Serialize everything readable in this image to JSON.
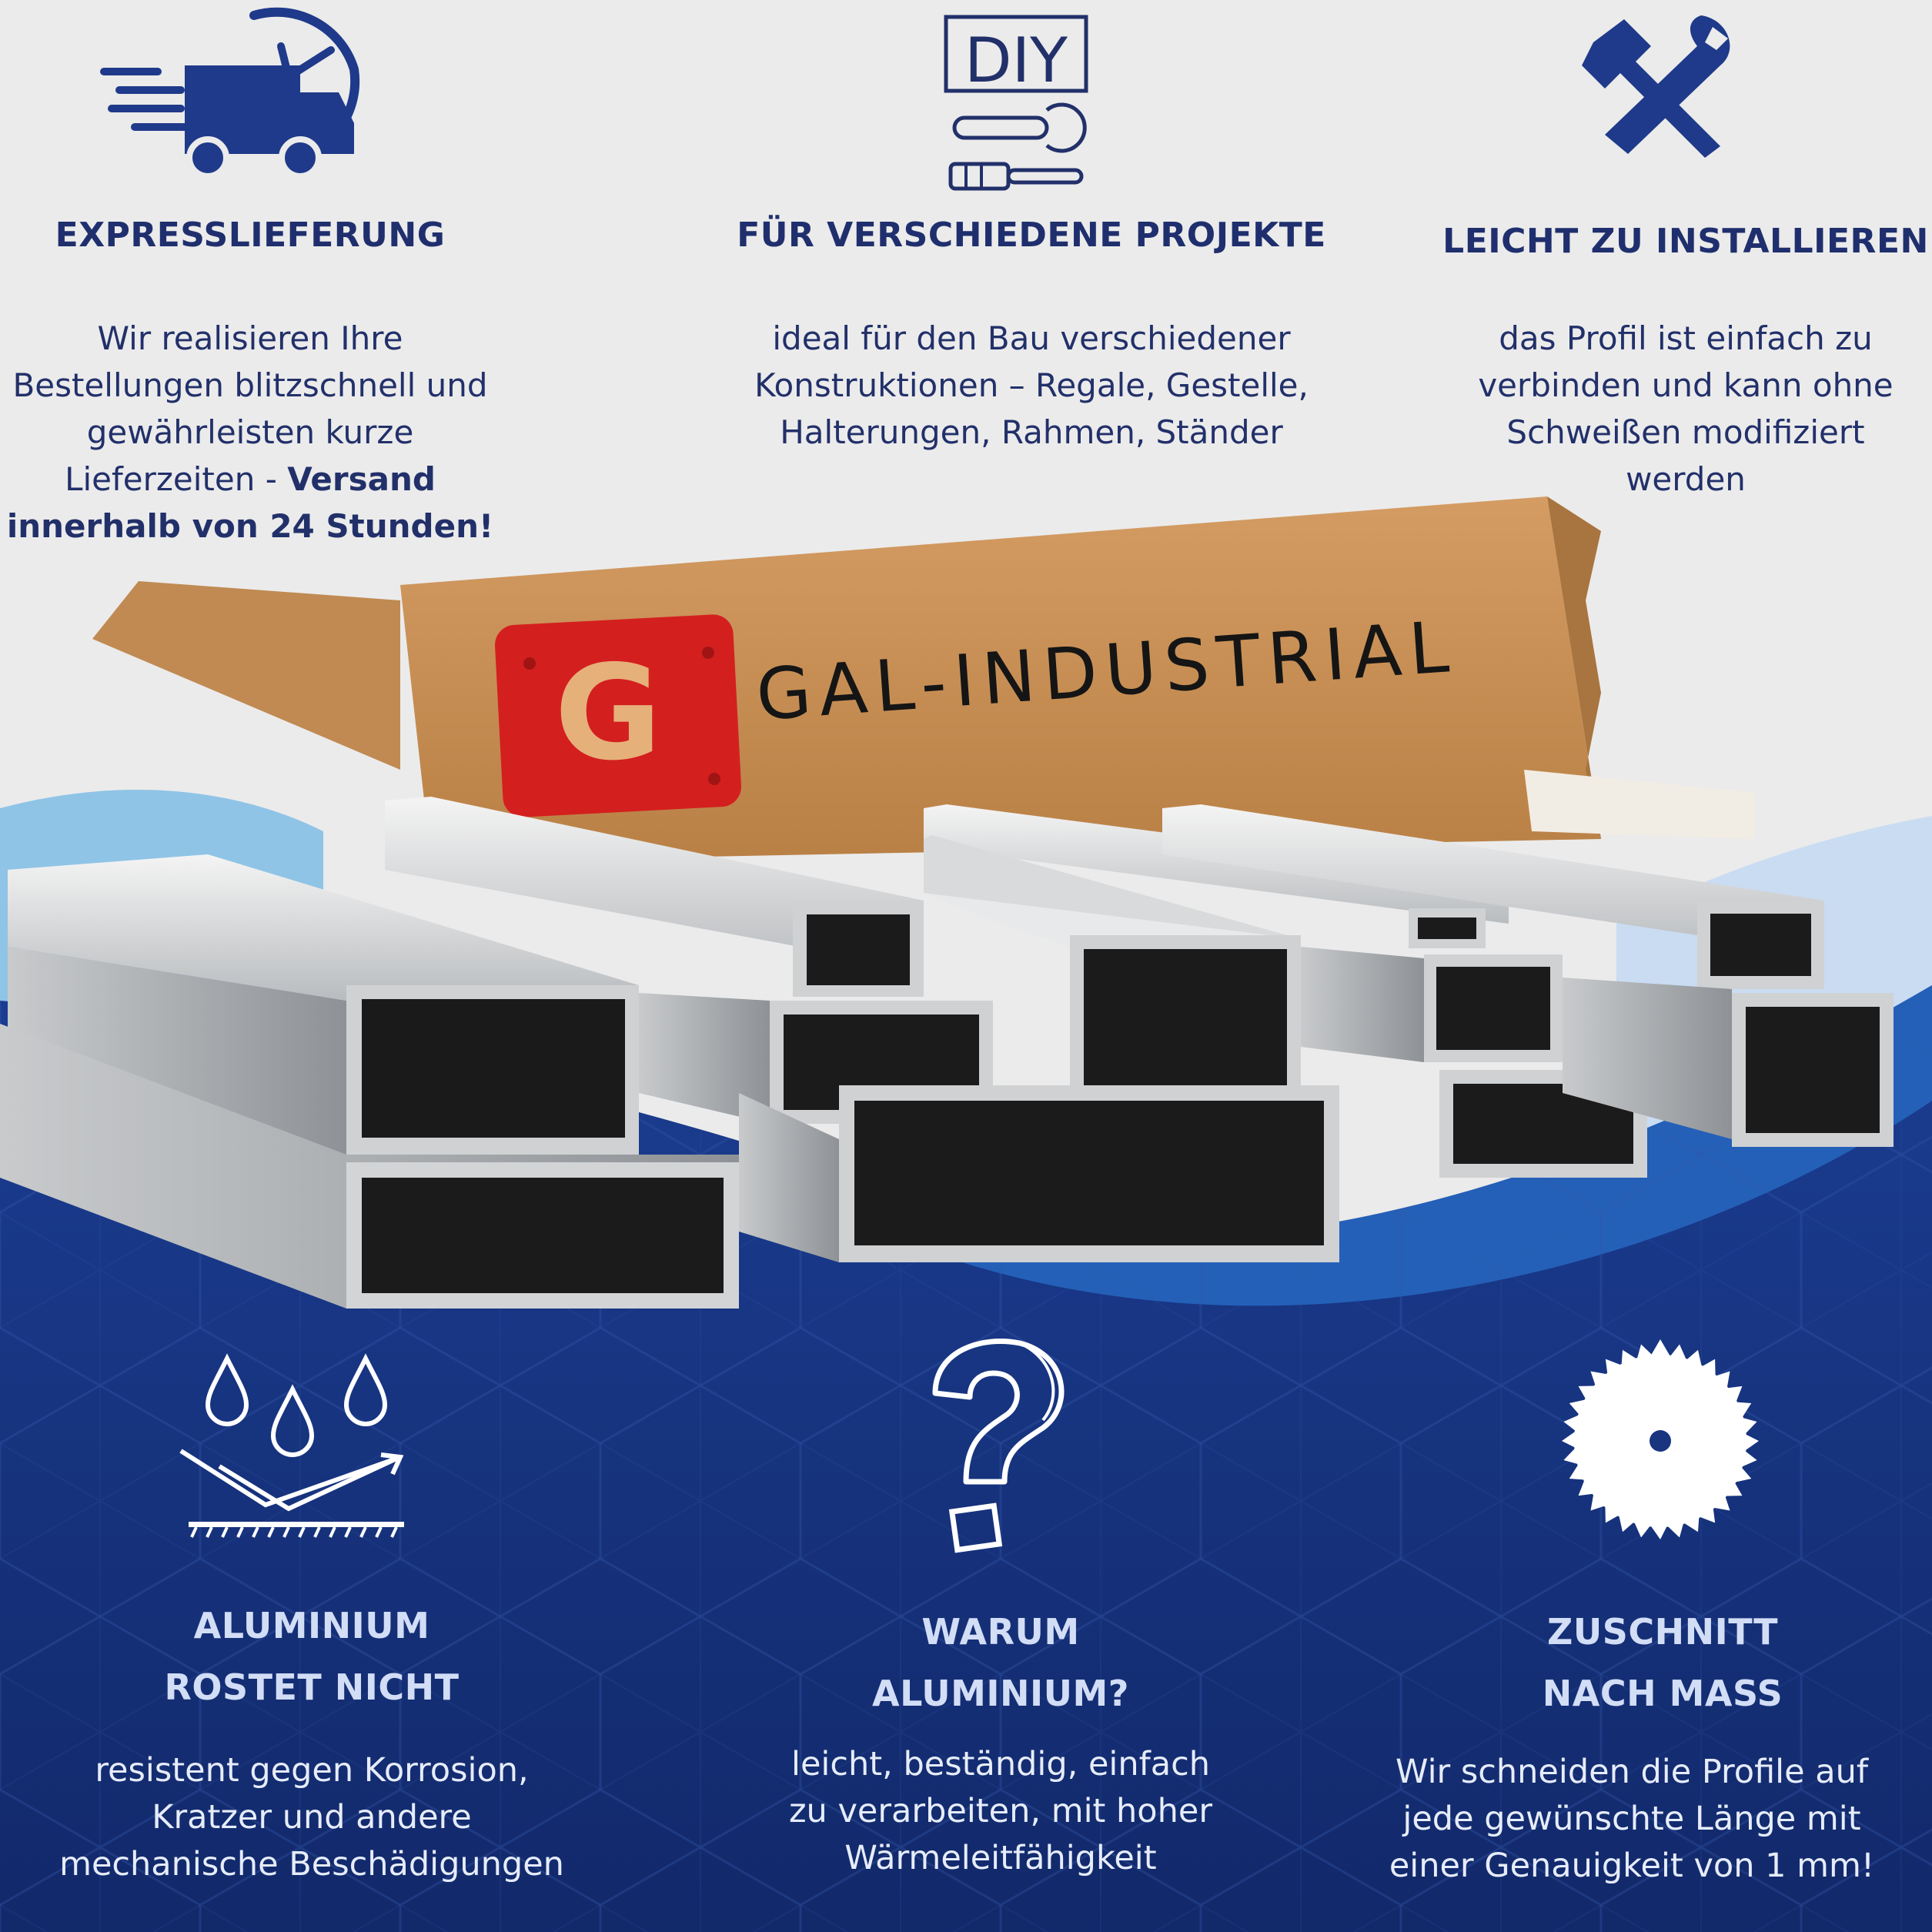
{
  "brand": {
    "logo_letter": "G",
    "name": "GAL-INDUSTRIAL"
  },
  "icons": {
    "express": "delivery-truck-clock-icon",
    "diy": "diy-tools-icon",
    "install": "hammer-wrench-icon",
    "rust": "water-drops-shield-icon",
    "why": "question-mark-icon",
    "cut": "saw-blade-icon"
  },
  "colors": {
    "navy": "#1b3a8c",
    "dark_navy": "#142d73",
    "title_blue": "#1f2f6e",
    "logo_red": "#d41f1f",
    "cardboard": "#c9925a"
  },
  "features_top": [
    {
      "title": "EXPRESSLIEFERUNG",
      "text": [
        "Wir realisieren Ihre",
        "Bestellungen blitzschnell und",
        "gewährleisten kurze",
        "Lieferzeiten - "
      ],
      "bold": [
        "Versand",
        "innerhalb von 24 Stunden!"
      ]
    },
    {
      "title": "FÜR VERSCHIEDENE PROJEKTE",
      "icon_label": "DIY",
      "text": [
        "ideal für den Bau verschiedener",
        "Konstruktionen – Regale, Gestelle,",
        "Halterungen, Rahmen, Ständer"
      ]
    },
    {
      "title": "LEICHT ZU INSTALLIEREN",
      "text": [
        "das Profil ist einfach zu",
        "verbinden und kann ohne",
        "Schweißen modifiziert",
        "werden"
      ]
    }
  ],
  "features_bottom": [
    {
      "title": [
        "ALUMINIUM",
        "ROSTET NICHT"
      ],
      "text": [
        "resistent gegen Korrosion,",
        "Kratzer und andere",
        "mechanische Beschädigungen"
      ]
    },
    {
      "title": [
        "WARUM",
        "ALUMINIUM?"
      ],
      "text": [
        "leicht, beständig, einfach",
        "zu verarbeiten, mit hoher",
        "Wärmeleitfähigkeit"
      ]
    },
    {
      "title": [
        "ZUSCHNITT",
        "NACH MASS"
      ],
      "text": [
        "Wir schneiden die Profile auf",
        "jede gewünschte Länge mit",
        "einer Genauigkeit von 1 mm!"
      ]
    }
  ]
}
